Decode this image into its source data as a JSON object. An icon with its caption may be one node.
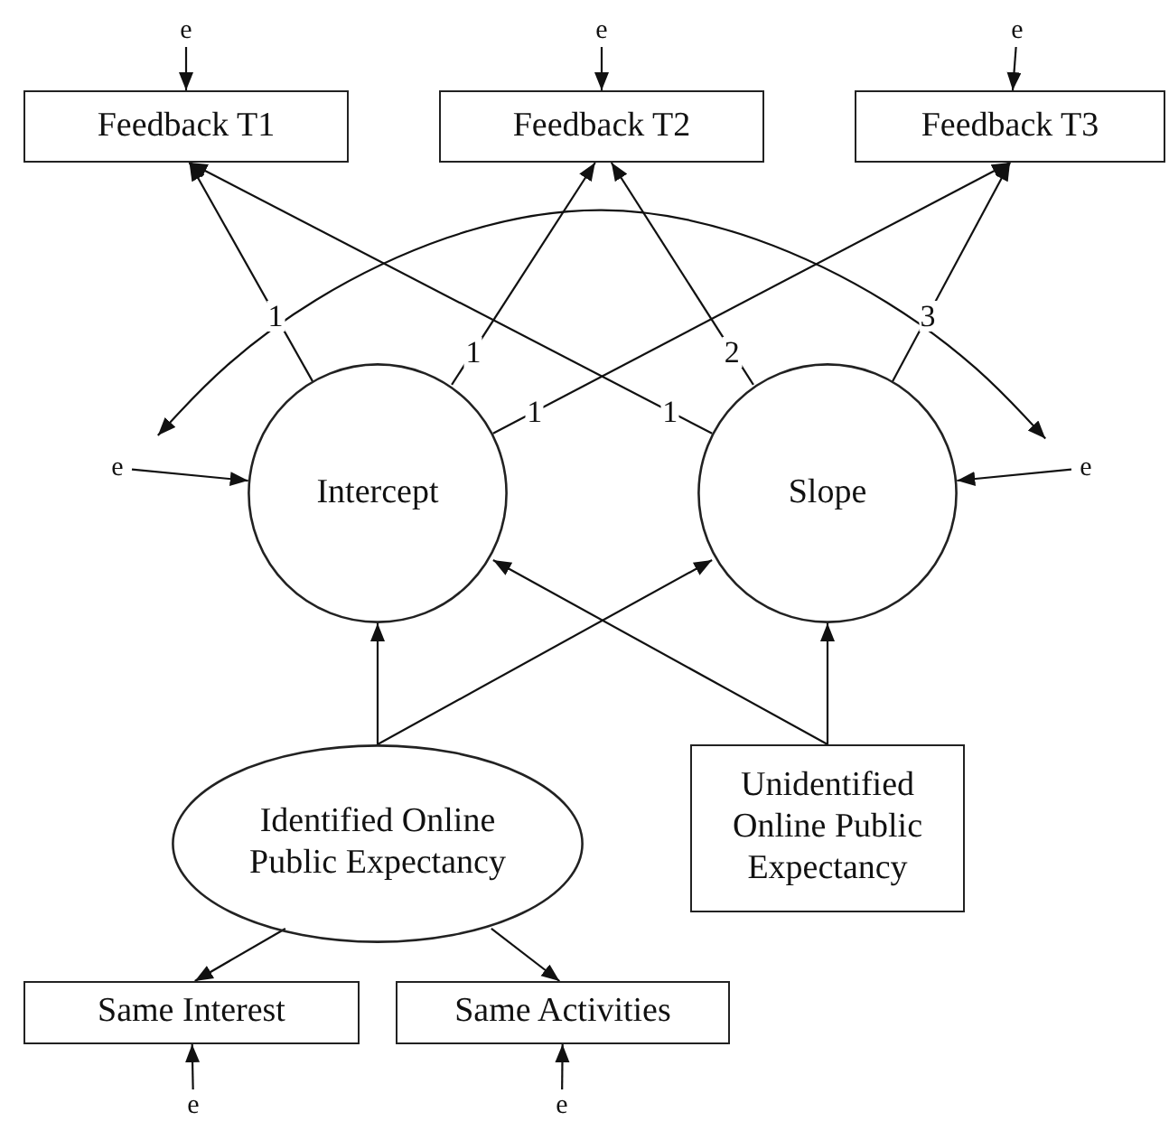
{
  "diagram": {
    "nodes": [
      {
        "text": [
          "e"
        ]
      },
      {
        "text": [
          "e"
        ]
      },
      {
        "text": [
          "e"
        ]
      },
      {
        "text": [
          "Feedback T1"
        ]
      },
      {
        "text": [
          "Feedback T2"
        ]
      },
      {
        "text": [
          "Feedback T3"
        ]
      },
      {
        "text": [
          "e"
        ]
      },
      {
        "text": [
          "Intercept"
        ]
      },
      {
        "text": [
          "Slope"
        ]
      },
      {
        "text": [
          "e"
        ]
      },
      {
        "text": [
          "Identified Online Public Expectancy"
        ]
      },
      {
        "text": [
          "Unidentified Online Public Expectancy"
        ]
      },
      {
        "text": [
          "Same Interest"
        ]
      },
      {
        "text": [
          "Same Activities"
        ]
      },
      {
        "text": [
          "e"
        ]
      },
      {
        "text": [
          "e"
        ]
      }
    ],
    "edges": [
      {
        "from": 0,
        "to": 3,
        "arrow": "to"
      },
      {
        "from": 1,
        "to": 4,
        "arrow": "to"
      },
      {
        "from": 2,
        "to": 5,
        "arrow": "to"
      },
      {
        "from": 7,
        "to": 3,
        "arrow": "to",
        "label": "1"
      },
      {
        "from": 7,
        "to": 4,
        "arrow": "to",
        "label": "1"
      },
      {
        "from": 7,
        "to": 5,
        "arrow": "to",
        "label": "1"
      },
      {
        "from": 8,
        "to": 3,
        "arrow": "to",
        "label": "1"
      },
      {
        "from": 8,
        "to": 4,
        "arrow": "to",
        "label": "2"
      },
      {
        "from": 8,
        "to": 5,
        "arrow": "to",
        "label": "3"
      },
      {
        "from": 6,
        "to": 9,
        "arrow": "both"
      },
      {
        "from": 6,
        "to": 7,
        "arrow": "to"
      },
      {
        "from": 9,
        "to": 8,
        "arrow": "to"
      },
      {
        "from": 10,
        "to": 7,
        "arrow": "to"
      },
      {
        "from": 10,
        "to": 8,
        "arrow": "to"
      },
      {
        "from": 11,
        "to": 7,
        "arrow": "to"
      },
      {
        "from": 11,
        "to": 8,
        "arrow": "to"
      },
      {
        "from": 10,
        "to": 12,
        "arrow": "to"
      },
      {
        "from": 10,
        "to": 13,
        "arrow": "to"
      },
      {
        "from": 14,
        "to": 12,
        "arrow": "to"
      },
      {
        "from": 15,
        "to": 13,
        "arrow": "to"
      }
    ]
  }
}
